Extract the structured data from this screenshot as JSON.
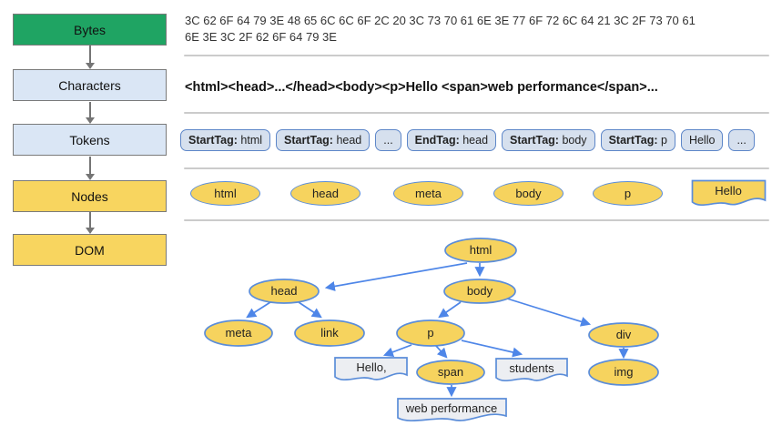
{
  "pipeline": {
    "stages": [
      {
        "label": "Bytes",
        "color": "#1fa463"
      },
      {
        "label": "Characters",
        "color": "#dae6f5"
      },
      {
        "label": "Tokens",
        "color": "#dae6f5"
      },
      {
        "label": "Nodes",
        "color": "#f8d55f"
      },
      {
        "label": "DOM",
        "color": "#f8d55f"
      }
    ]
  },
  "bytes_row": {
    "line1": "3C 62 6F 64 79 3E 48 65 6C 6C 6F 2C 20 3C 73 70 61 6E 3E 77 6F 72 6C 64 21 3C 2F 73 70 61",
    "line2": "6E 3E 3C 2F 62 6F 64 79 3E"
  },
  "characters_row": {
    "text": "<html><head>...</head><body><p>Hello <span>web performance</span>..."
  },
  "tokens_row": {
    "items": [
      {
        "bold": "StartTag:",
        "rest": " html"
      },
      {
        "bold": "StartTag:",
        "rest": " head"
      },
      {
        "bold": "",
        "rest": "..."
      },
      {
        "bold": "EndTag:",
        "rest": " head"
      },
      {
        "bold": "StartTag:",
        "rest": " body"
      },
      {
        "bold": "StartTag:",
        "rest": " p"
      },
      {
        "bold": "",
        "rest": "Hello"
      },
      {
        "bold": "",
        "rest": "..."
      }
    ]
  },
  "nodes_row": {
    "elements": [
      "html",
      "head",
      "meta",
      "body",
      "p"
    ],
    "text_node": "Hello"
  },
  "dom_tree": {
    "nodes": {
      "html": "html",
      "head": "head",
      "body": "body",
      "meta": "meta",
      "link": "link",
      "p": "p",
      "div": "div",
      "span": "span",
      "img": "img",
      "text_hello": "Hello,",
      "text_students": "students",
      "text_webperf": "web performance"
    }
  },
  "colors": {
    "stage_green": "#1fa463",
    "stage_blue": "#dae6f5",
    "stage_yellow": "#f8d55f",
    "node_yellow": "#f6d35e",
    "node_border_blue": "#5b8dd9",
    "token_chip_bg": "#d6e0ee",
    "token_chip_border": "#5e87c9",
    "tree_arrow_blue": "#4e86e8",
    "flow_arrow_grey": "#757575",
    "separator_grey": "#cbcbcb",
    "textnode_bg": "#eceef2"
  }
}
